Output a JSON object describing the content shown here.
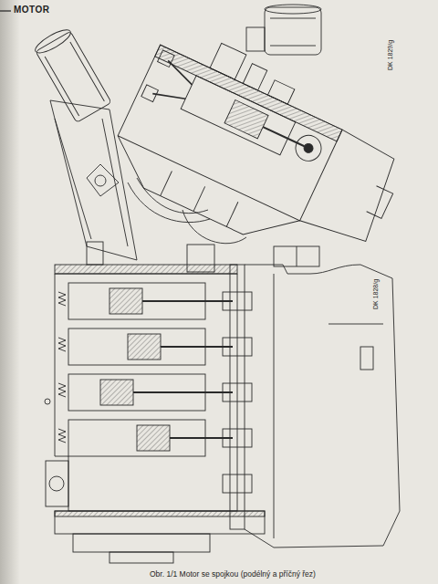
{
  "diagram": {
    "title": "MOTOR",
    "caption": "Obr. 1/1 Motor se spojkou (podélný a příčný řez)",
    "labels": [
      "DK 1829/g",
      "DK 1828/g"
    ]
  }
}
